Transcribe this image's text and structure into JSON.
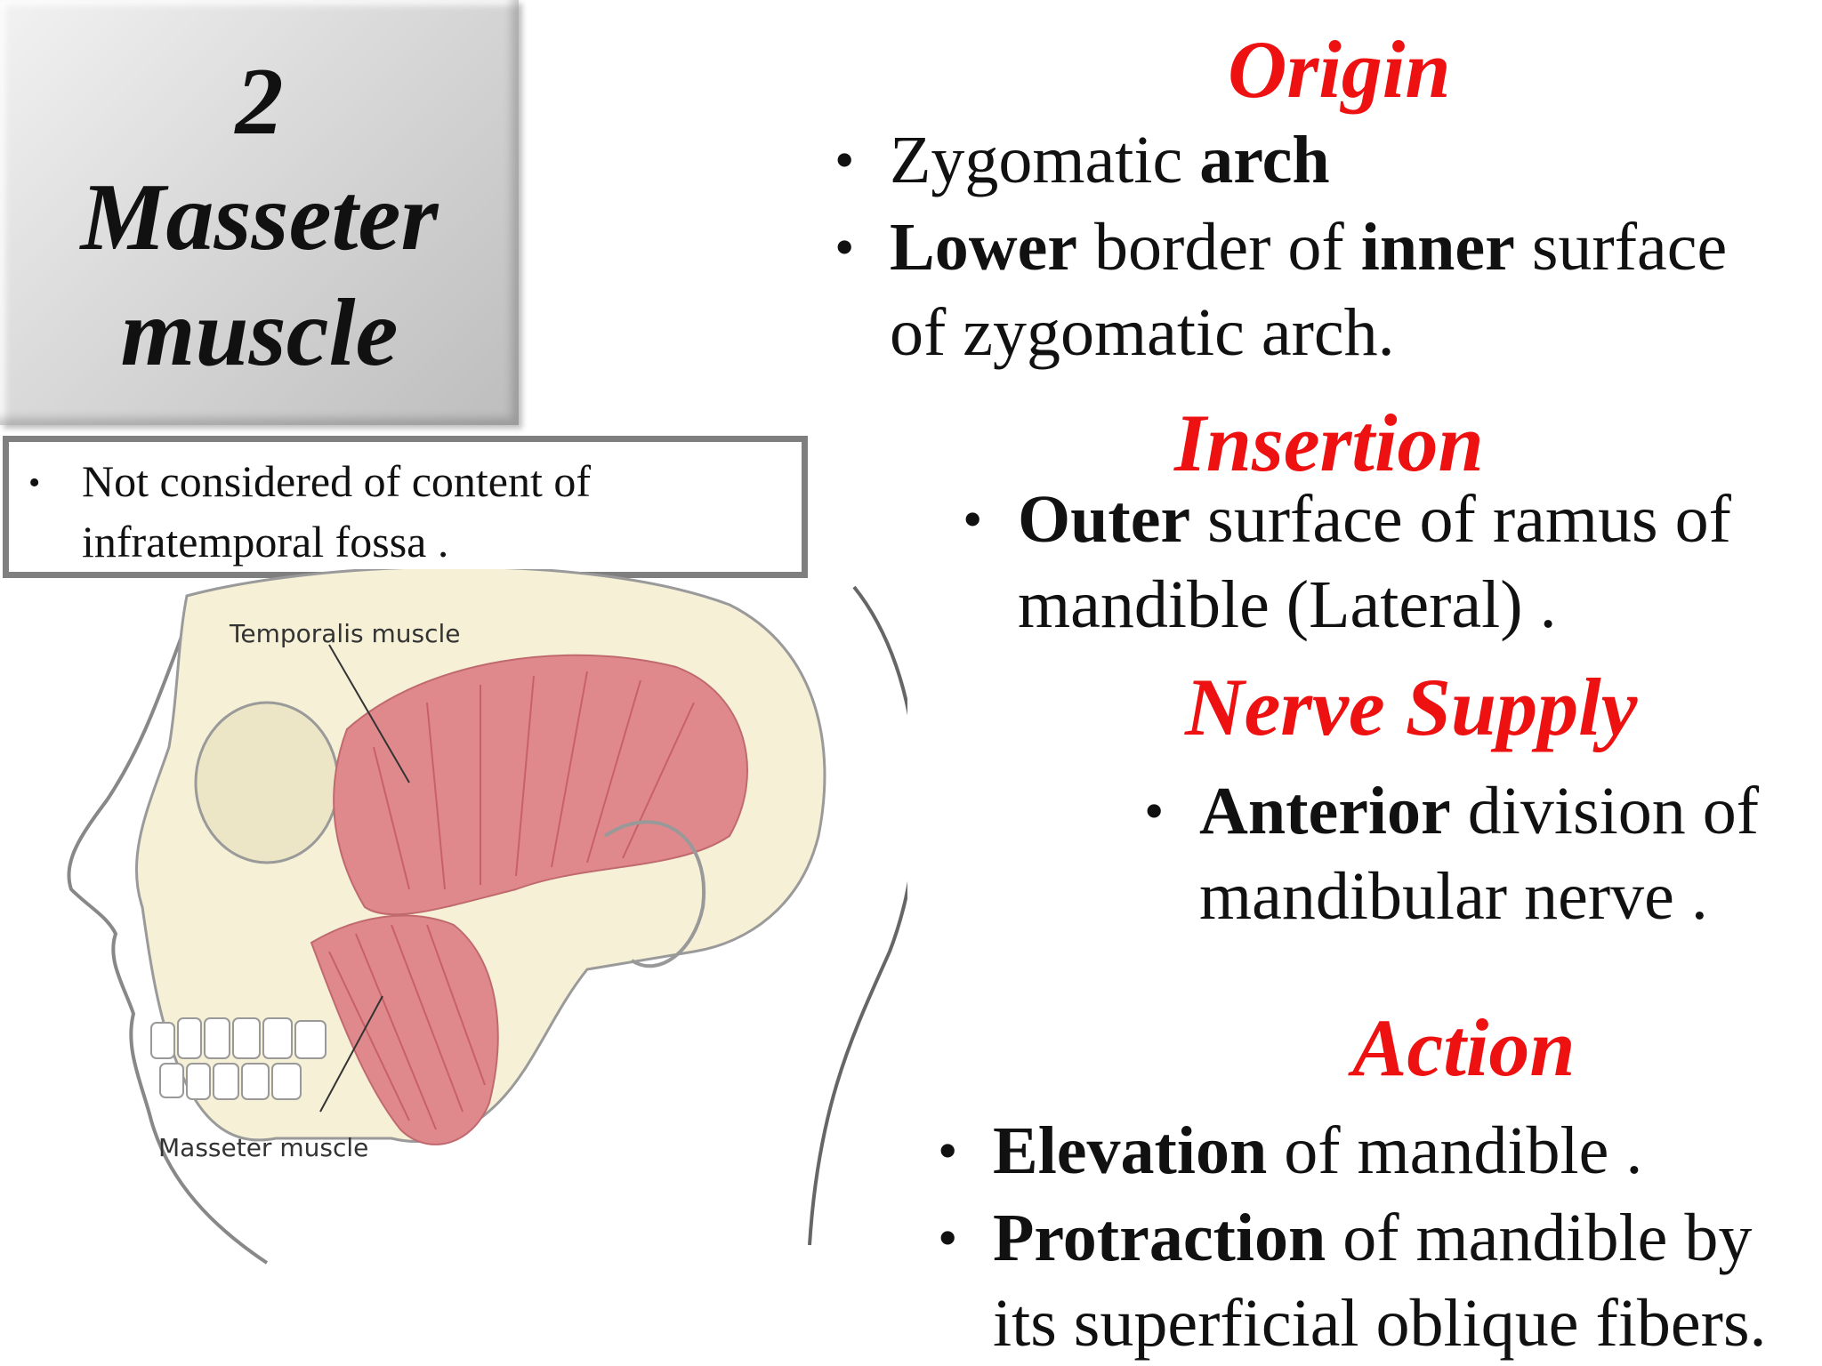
{
  "title": {
    "number": "2",
    "line1": "Masseter",
    "line2": "muscle"
  },
  "note": {
    "bullet": "•",
    "line1": "Not considered of content of",
    "line2": "infratemporal fossa ."
  },
  "origin": {
    "heading": "Origin",
    "items": [
      {
        "bullet": "•",
        "a": "Zygomatic ",
        "b": "arch"
      },
      {
        "bullet": "•",
        "a": "Lower",
        "b": " border of ",
        "c": "inner",
        "d": " surface",
        "e": "of zygomatic arch."
      }
    ]
  },
  "insertion": {
    "heading": "Insertion",
    "items": [
      {
        "bullet": "•",
        "a": "Outer",
        "b": " surface of ramus of",
        "c": "mandible (Lateral) ."
      }
    ]
  },
  "nerve_supply": {
    "heading": "Nerve Supply",
    "items": [
      {
        "bullet": "•",
        "a": "Anterior",
        "b": " division of",
        "c": "mandibular nerve ."
      }
    ]
  },
  "action": {
    "heading": "Action",
    "items": [
      {
        "bullet": "•",
        "a": "Elevation",
        "b": " of mandible ."
      },
      {
        "bullet": "•",
        "a": "Protraction",
        "b": " of mandible by",
        "c": "its superficial oblique fibers."
      }
    ]
  },
  "illustration": {
    "label_temporalis": "Temporalis muscle",
    "label_masseter": "Masseter muscle",
    "colors": {
      "bone": "#f5f0d6",
      "bone_outline": "#9a9a9a",
      "muscle": "#e0898c",
      "muscle_fiber": "#b8484f",
      "skin_outline": "#666666"
    }
  }
}
